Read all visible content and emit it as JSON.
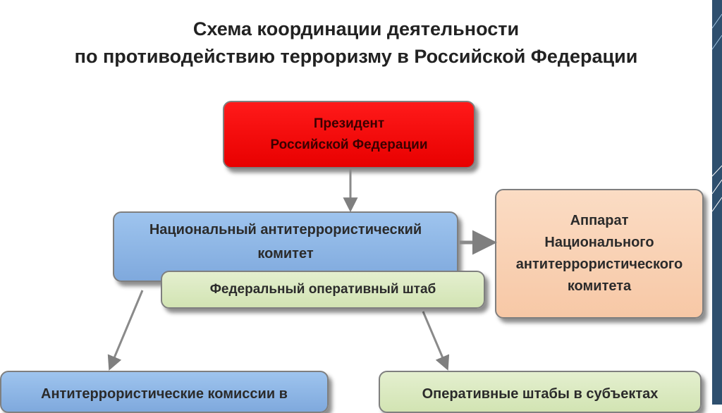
{
  "title": {
    "line1": "Схема координации деятельности",
    "line2": "по противодействию терроризму в Российской Федерации"
  },
  "nodes": {
    "president": {
      "line1": "Президент",
      "line2": "Российской Федерации"
    },
    "nac": {
      "line1": "Национальный антитеррористический",
      "line2": "комитет"
    },
    "federal_hq": {
      "text": "Федеральный оперативный штаб"
    },
    "apparatus": {
      "line1": "Аппарат",
      "line2": "Национального",
      "line3": "антитеррористического",
      "line4": "комитета"
    },
    "commissions": {
      "text": "Антитеррористические комиссии в"
    },
    "subject_hq": {
      "text": "Оперативные штабы в субъектах"
    }
  },
  "colors": {
    "president": "#ff1a1a",
    "nac": "#8fb7e6",
    "federal_hq": "#dbe9c0",
    "apparatus": "#f9d2b4",
    "arrow": "#7f7f7f"
  },
  "edges": [
    {
      "from": "president",
      "to": "nac"
    },
    {
      "from": "nac",
      "to": "apparatus"
    },
    {
      "from": "nac",
      "to": "commissions"
    },
    {
      "from": "federal_hq",
      "to": "subject_hq"
    }
  ]
}
